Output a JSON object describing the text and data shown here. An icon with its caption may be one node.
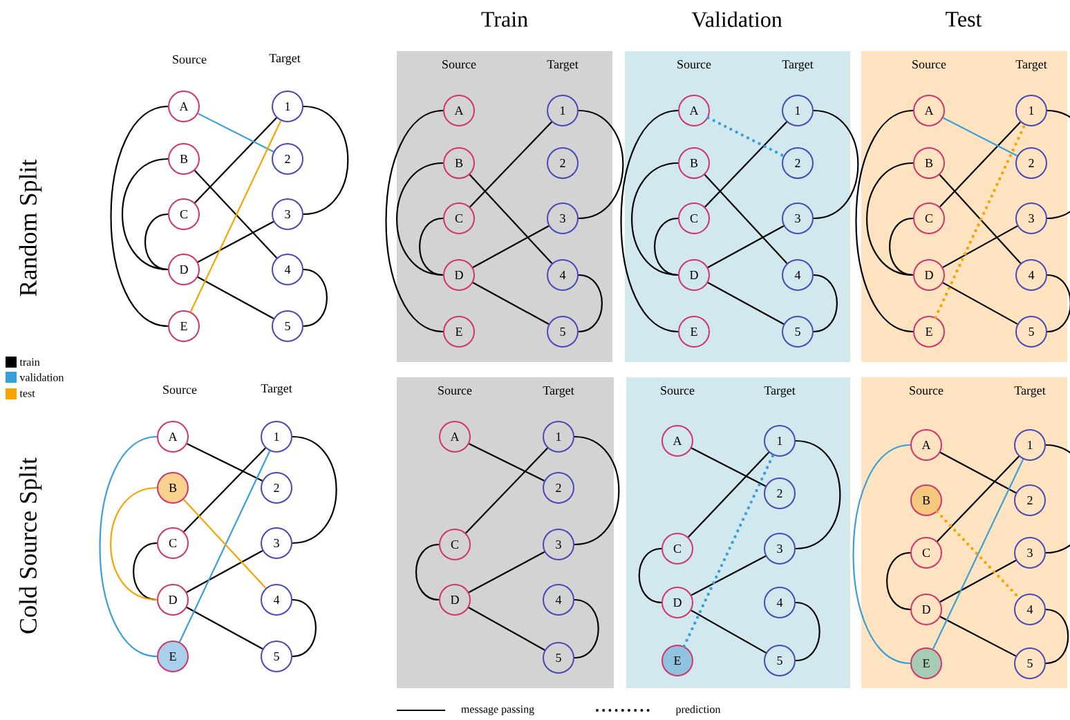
{
  "diagram": {
    "nodes": [
      {
        "text": [
          "A"
        ]
      },
      {
        "text": [
          "B"
        ]
      },
      {
        "text": [
          "C"
        ]
      },
      {
        "text": [
          "D"
        ]
      },
      {
        "text": [
          "E"
        ]
      },
      {
        "text": [
          "1"
        ]
      },
      {
        "text": [
          "2"
        ]
      },
      {
        "text": [
          "3"
        ]
      },
      {
        "text": [
          "4"
        ]
      },
      {
        "text": [
          "5"
        ]
      },
      {
        "text": [
          "Source",
          "Target"
        ]
      },
      {
        "text": [
          "A"
        ],
        "in": 10
      },
      {
        "text": [
          "B"
        ],
        "in": 10
      },
      {
        "text": [
          "C"
        ],
        "in": 10
      },
      {
        "text": [
          "D"
        ],
        "in": 10
      },
      {
        "text": [
          "E"
        ],
        "in": 10
      },
      {
        "text": [
          "1"
        ],
        "in": 10
      },
      {
        "text": [
          "2"
        ],
        "in": 10
      },
      {
        "text": [
          "3"
        ],
        "in": 10
      },
      {
        "text": [
          "4"
        ],
        "in": 10
      },
      {
        "text": [
          "5"
        ],
        "in": 10
      },
      {
        "text": [
          "Source",
          "Target"
        ]
      },
      {
        "text": [
          "A"
        ],
        "in": 21
      },
      {
        "text": [
          "B"
        ],
        "in": 21
      },
      {
        "text": [
          "C"
        ],
        "in": 21
      },
      {
        "text": [
          "D"
        ],
        "in": 21
      },
      {
        "text": [
          "E"
        ],
        "in": 21
      },
      {
        "text": [
          "1"
        ],
        "in": 21
      },
      {
        "text": [
          "2"
        ],
        "in": 21
      },
      {
        "text": [
          "3"
        ],
        "in": 21
      },
      {
        "text": [
          "4"
        ],
        "in": 21
      },
      {
        "text": [
          "5"
        ],
        "in": 21
      },
      {
        "text": [
          "Source",
          "Target"
        ]
      },
      {
        "text": [
          "A"
        ],
        "in": 32
      },
      {
        "text": [
          "B"
        ],
        "in": 32
      },
      {
        "text": [
          "C"
        ],
        "in": 32
      },
      {
        "text": [
          "D"
        ],
        "in": 32
      },
      {
        "text": [
          "E"
        ],
        "in": 32
      },
      {
        "text": [
          "1"
        ],
        "in": 32
      },
      {
        "text": [
          "2"
        ],
        "in": 32
      },
      {
        "text": [
          "3"
        ],
        "in": 32
      },
      {
        "text": [
          "4"
        ],
        "in": 32
      },
      {
        "text": [
          "5"
        ],
        "in": 32
      },
      {
        "text": [
          "A"
        ]
      },
      {
        "text": [
          "B"
        ]
      },
      {
        "text": [
          "C"
        ]
      },
      {
        "text": [
          "D"
        ]
      },
      {
        "text": [
          "E"
        ]
      },
      {
        "text": [
          "1"
        ]
      },
      {
        "text": [
          "2"
        ]
      },
      {
        "text": [
          "3"
        ]
      },
      {
        "text": [
          "4"
        ]
      },
      {
        "text": [
          "5"
        ]
      },
      {
        "text": [
          "Source",
          "Target"
        ]
      },
      {
        "text": [
          "A"
        ],
        "in": 53
      },
      {
        "text": [
          "C"
        ],
        "in": 53
      },
      {
        "text": [
          "D"
        ],
        "in": 53
      },
      {
        "text": [
          "1"
        ],
        "in": 53
      },
      {
        "text": [
          "2"
        ],
        "in": 53
      },
      {
        "text": [
          "3"
        ],
        "in": 53
      },
      {
        "text": [
          "4"
        ],
        "in": 53
      },
      {
        "text": [
          "5"
        ],
        "in": 53
      },
      {
        "text": [
          "Source",
          "Target"
        ]
      },
      {
        "text": [
          "A"
        ],
        "in": 62
      },
      {
        "text": [
          "C"
        ],
        "in": 62
      },
      {
        "text": [
          "D"
        ],
        "in": 62
      },
      {
        "text": [
          "E"
        ],
        "in": 62
      },
      {
        "text": [
          "1"
        ],
        "in": 62
      },
      {
        "text": [
          "2"
        ],
        "in": 62
      },
      {
        "text": [
          "3"
        ],
        "in": 62
      },
      {
        "text": [
          "4"
        ],
        "in": 62
      },
      {
        "text": [
          "5"
        ],
        "in": 62
      },
      {
        "text": [
          "Source",
          "Target"
        ]
      },
      {
        "text": [
          "A"
        ],
        "in": 72
      },
      {
        "text": [
          "B"
        ],
        "in": 72
      },
      {
        "text": [
          "C"
        ],
        "in": 72
      },
      {
        "text": [
          "D"
        ],
        "in": 72
      },
      {
        "text": [
          "E"
        ],
        "in": 72
      },
      {
        "text": [
          "1"
        ],
        "in": 72
      },
      {
        "text": [
          "2"
        ],
        "in": 72
      },
      {
        "text": [
          "3"
        ],
        "in": 72
      },
      {
        "text": [
          "4"
        ],
        "in": 72
      },
      {
        "text": [
          "5"
        ],
        "in": 72
      }
    ],
    "edges": [
      {
        "from": 0,
        "to": 4,
        "arrow": "none"
      },
      {
        "from": 1,
        "to": 3,
        "arrow": "none"
      },
      {
        "from": 2,
        "to": 3,
        "arrow": "none"
      },
      {
        "from": 2,
        "to": 5,
        "arrow": "none"
      },
      {
        "from": 1,
        "to": 8,
        "arrow": "none"
      },
      {
        "from": 3,
        "to": 7,
        "arrow": "none"
      },
      {
        "from": 3,
        "to": 9,
        "arrow": "none"
      },
      {
        "from": 5,
        "to": 7,
        "arrow": "none"
      },
      {
        "from": 8,
        "to": 9,
        "arrow": "none"
      },
      {
        "from": 0,
        "to": 6,
        "arrow": "none",
        "color": "#3a9fd8"
      },
      {
        "from": 4,
        "to": 5,
        "arrow": "none",
        "color": "#f7a400"
      },
      {
        "from": 11,
        "to": 15,
        "arrow": "none"
      },
      {
        "from": 12,
        "to": 14,
        "arrow": "none"
      },
      {
        "from": 13,
        "to": 14,
        "arrow": "none"
      },
      {
        "from": 13,
        "to": 16,
        "arrow": "none"
      },
      {
        "from": 12,
        "to": 19,
        "arrow": "none"
      },
      {
        "from": 14,
        "to": 18,
        "arrow": "none"
      },
      {
        "from": 14,
        "to": 20,
        "arrow": "none"
      },
      {
        "from": 16,
        "to": 18,
        "arrow": "none"
      },
      {
        "from": 19,
        "to": 20,
        "arrow": "none"
      },
      {
        "from": 22,
        "to": 26,
        "arrow": "none"
      },
      {
        "from": 23,
        "to": 25,
        "arrow": "none"
      },
      {
        "from": 24,
        "to": 25,
        "arrow": "none"
      },
      {
        "from": 24,
        "to": 27,
        "arrow": "none"
      },
      {
        "from": 23,
        "to": 30,
        "arrow": "none"
      },
      {
        "from": 25,
        "to": 29,
        "arrow": "none"
      },
      {
        "from": 25,
        "to": 31,
        "arrow": "none"
      },
      {
        "from": 27,
        "to": 29,
        "arrow": "none"
      },
      {
        "from": 30,
        "to": 31,
        "arrow": "none"
      },
      {
        "from": 22,
        "to": 28,
        "arrow": "none",
        "style": "dashed",
        "color": "#3a9fd8"
      },
      {
        "from": 33,
        "to": 37,
        "arrow": "none"
      },
      {
        "from": 34,
        "to": 36,
        "arrow": "none"
      },
      {
        "from": 35,
        "to": 36,
        "arrow": "none"
      },
      {
        "from": 35,
        "to": 38,
        "arrow": "none"
      },
      {
        "from": 34,
        "to": 41,
        "arrow": "none"
      },
      {
        "from": 36,
        "to": 40,
        "arrow": "none"
      },
      {
        "from": 36,
        "to": 42,
        "arrow": "none"
      },
      {
        "from": 38,
        "to": 40,
        "arrow": "none"
      },
      {
        "from": 41,
        "to": 42,
        "arrow": "none"
      },
      {
        "from": 33,
        "to": 39,
        "arrow": "none",
        "color": "#3a9fd8"
      },
      {
        "from": 37,
        "to": 38,
        "arrow": "none",
        "style": "dashed",
        "color": "#f7a400"
      },
      {
        "from": 43,
        "to": 49,
        "arrow": "none"
      },
      {
        "from": 45,
        "to": 48,
        "arrow": "none"
      },
      {
        "from": 45,
        "to": 46,
        "arrow": "none"
      },
      {
        "from": 46,
        "to": 50,
        "arrow": "none"
      },
      {
        "from": 46,
        "to": 52,
        "arrow": "none"
      },
      {
        "from": 48,
        "to": 50,
        "arrow": "none"
      },
      {
        "from": 51,
        "to": 52,
        "arrow": "none"
      },
      {
        "from": 43,
        "to": 47,
        "arrow": "none",
        "color": "#3a9fd8"
      },
      {
        "from": 47,
        "to": 48,
        "arrow": "none",
        "color": "#3a9fd8"
      },
      {
        "from": 44,
        "to": 46,
        "arrow": "none",
        "color": "#f7a400"
      },
      {
        "from": 44,
        "to": 51,
        "arrow": "none",
        "color": "#f7a400"
      },
      {
        "from": 54,
        "to": 58,
        "arrow": "none"
      },
      {
        "from": 55,
        "to": 57,
        "arrow": "none"
      },
      {
        "from": 55,
        "to": 56,
        "arrow": "none"
      },
      {
        "from": 56,
        "to": 59,
        "arrow": "none"
      },
      {
        "from": 56,
        "to": 61,
        "arrow": "none"
      },
      {
        "from": 57,
        "to": 59,
        "arrow": "none"
      },
      {
        "from": 60,
        "to": 61,
        "arrow": "none"
      },
      {
        "from": 63,
        "to": 68,
        "arrow": "none"
      },
      {
        "from": 64,
        "to": 67,
        "arrow": "none"
      },
      {
        "from": 64,
        "to": 65,
        "arrow": "none"
      },
      {
        "from": 65,
        "to": 69,
        "arrow": "none"
      },
      {
        "from": 65,
        "to": 71,
        "arrow": "none"
      },
      {
        "from": 67,
        "to": 69,
        "arrow": "none"
      },
      {
        "from": 70,
        "to": 71,
        "arrow": "none"
      },
      {
        "from": 66,
        "to": 67,
        "arrow": "none",
        "style": "dashed",
        "color": "#3a9fd8"
      },
      {
        "from": 73,
        "to": 79,
        "arrow": "none"
      },
      {
        "from": 75,
        "to": 78,
        "arrow": "none"
      },
      {
        "from": 75,
        "to": 76,
        "arrow": "none"
      },
      {
        "from": 76,
        "to": 80,
        "arrow": "none"
      },
      {
        "from": 76,
        "to": 82,
        "arrow": "none"
      },
      {
        "from": 78,
        "to": 80,
        "arrow": "none"
      },
      {
        "from": 81,
        "to": 82,
        "arrow": "none"
      },
      {
        "from": 73,
        "to": 77,
        "arrow": "none",
        "color": "#3a9fd8"
      },
      {
        "from": 77,
        "to": 78,
        "arrow": "none",
        "color": "#3a9fd8"
      },
      {
        "from": 74,
        "to": 81,
        "arrow": "none",
        "style": "dashed",
        "color": "#f7a400"
      }
    ],
    "labels": [
      "Train",
      "Validation",
      "Test",
      "Source",
      "Target",
      "Random Split",
      "Source",
      "Target",
      "Cold Source Split"
    ],
    "legend": [
      {
        "text": "train",
        "color": "#000000"
      },
      {
        "text": "validation",
        "color": "#3a9fd8"
      },
      {
        "text": "test",
        "color": "#f7a400"
      },
      {
        "text": "message passing"
      },
      {
        "text": "prediction"
      }
    ]
  }
}
